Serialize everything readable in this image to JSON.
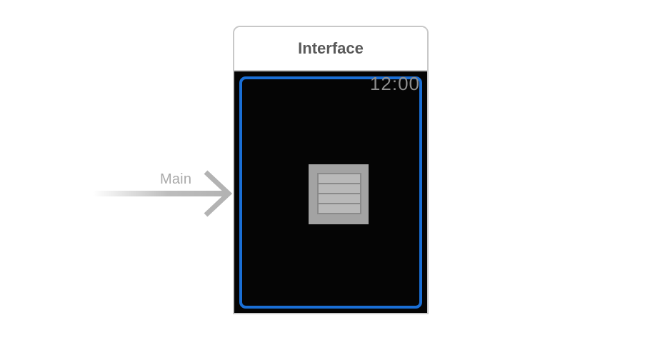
{
  "entry_point": {
    "label": "Main",
    "icon": "arrow-right-icon"
  },
  "scene": {
    "title": "Interface",
    "screen": {
      "time": "12:00",
      "background_color": "#050505",
      "selection_color": "#1a6fd6",
      "content_icon": "table-icon",
      "table_rows": 4
    }
  }
}
